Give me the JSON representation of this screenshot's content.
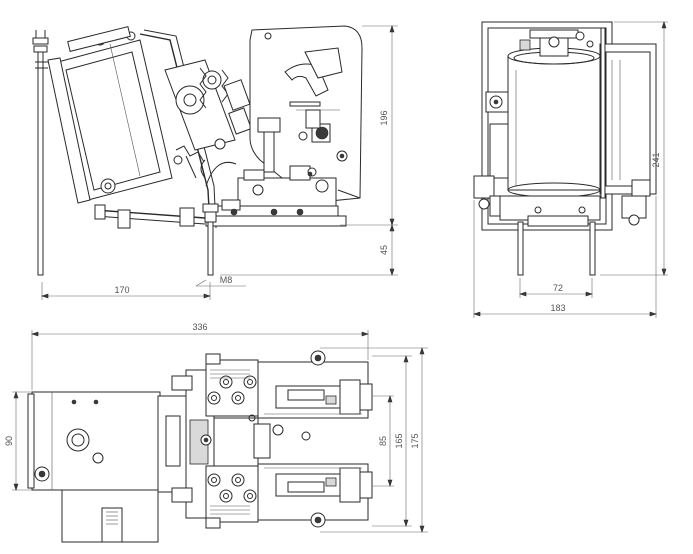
{
  "diagram": {
    "views": {
      "side": {
        "dims": {
          "width": "170",
          "height_top": "196",
          "height_bottom": "45",
          "thread": "M8"
        }
      },
      "front": {
        "dims": {
          "height": "241",
          "inner_width": "72",
          "width": "183"
        }
      },
      "top": {
        "dims": {
          "length": "336",
          "depth": "90",
          "spacing_inner": "85",
          "spacing_mid": "165",
          "spacing_outer": "175"
        }
      }
    }
  }
}
